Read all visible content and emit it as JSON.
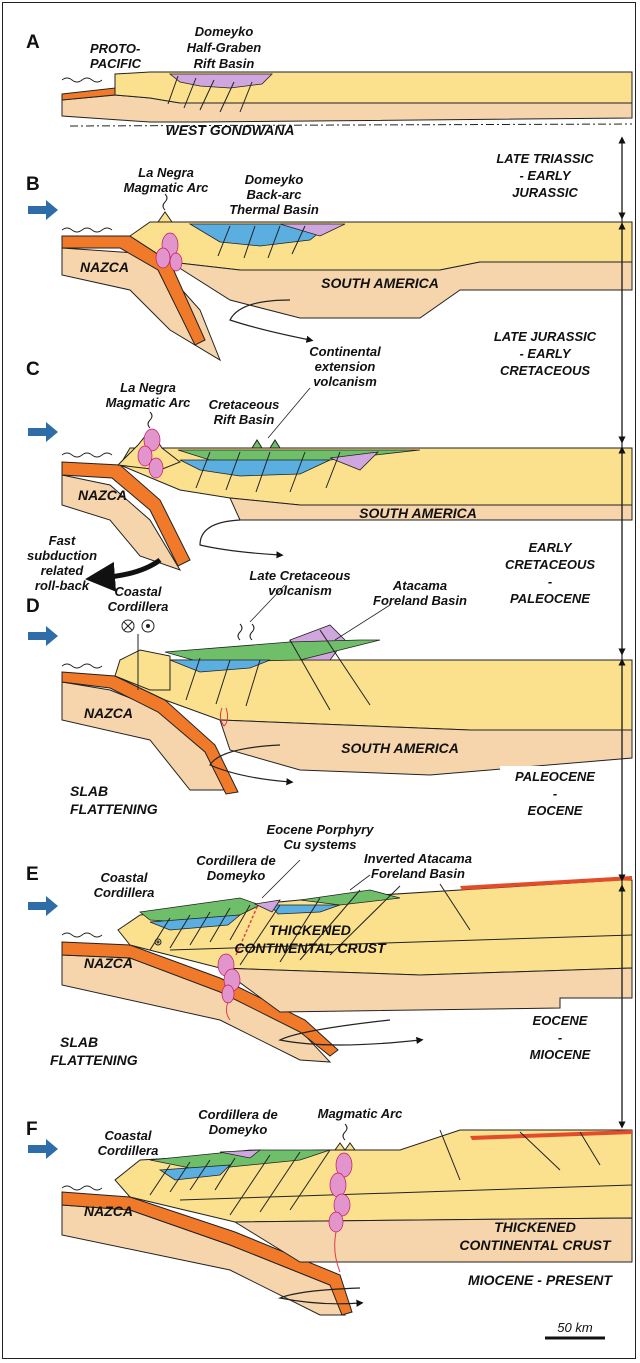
{
  "panels": [
    {
      "letter": "A",
      "labels": [
        "PROTO-",
        "PACIFIC",
        "Domeyko",
        "Half-Graben",
        "Rift Basin",
        "WEST GONDWANA"
      ]
    },
    {
      "letter": "B",
      "labels": [
        "La Negra",
        "Magmatic Arc",
        "Domeyko",
        "Back-arc",
        "Thermal Basin",
        "NAZCA",
        "SOUTH AMERICA"
      ]
    },
    {
      "letter": "C",
      "labels": [
        "La Negra",
        "Magmatic Arc",
        "Continental",
        "extension",
        "volcanism",
        "Cretaceous",
        "Rift Basin",
        "NAZCA",
        "SOUTH AMERICA",
        "Fast",
        "subduction",
        "related",
        "roll-back"
      ]
    },
    {
      "letter": "D",
      "labels": [
        "Late Cretaceous",
        "volcanism",
        "Coastal",
        "Cordillera",
        "Atacama",
        "Foreland Basin",
        "NAZCA",
        "SOUTH AMERICA",
        "SLAB",
        "FLATTENING"
      ]
    },
    {
      "letter": "E",
      "labels": [
        "Eocene Porphyry",
        "Cu systems",
        "Cordillera de",
        "Domeyko",
        "Inverted Atacama",
        "Foreland Basin",
        "Coastal",
        "Cordillera",
        "THICKENED",
        "CONTINENTAL CRUST",
        "NAZCA",
        "SLAB",
        "FLATTENING"
      ]
    },
    {
      "letter": "F",
      "labels": [
        "Magmatic Arc",
        "Coastal",
        "Cordillera",
        "Cordillera de",
        "Domeyko",
        "NAZCA",
        "THICKENED",
        "CONTINENTAL CRUST",
        "MIOCENE - PRESENT"
      ]
    }
  ],
  "periods": [
    [
      "LATE TRIASSIC",
      "- EARLY",
      "JURASSIC"
    ],
    [
      "LATE JURASSIC",
      "- EARLY",
      "CRETACEOUS"
    ],
    [
      "EARLY",
      "CRETACEOUS",
      "-",
      "PALEOCENE"
    ],
    [
      "PALEOCENE",
      "-",
      "EOCENE"
    ],
    [
      "EOCENE",
      "-",
      "MIOCENE"
    ]
  ],
  "scale_bar": "50 km",
  "colors": {
    "crust": "#fbe08e",
    "lower": "#f6d5ac",
    "slab": "#f07a2a",
    "blue": "#5aaee0",
    "pink": "#cfa6dd",
    "green": "#6fbf6a",
    "magma": "#e295cc",
    "arrow": "#2e6da8"
  }
}
